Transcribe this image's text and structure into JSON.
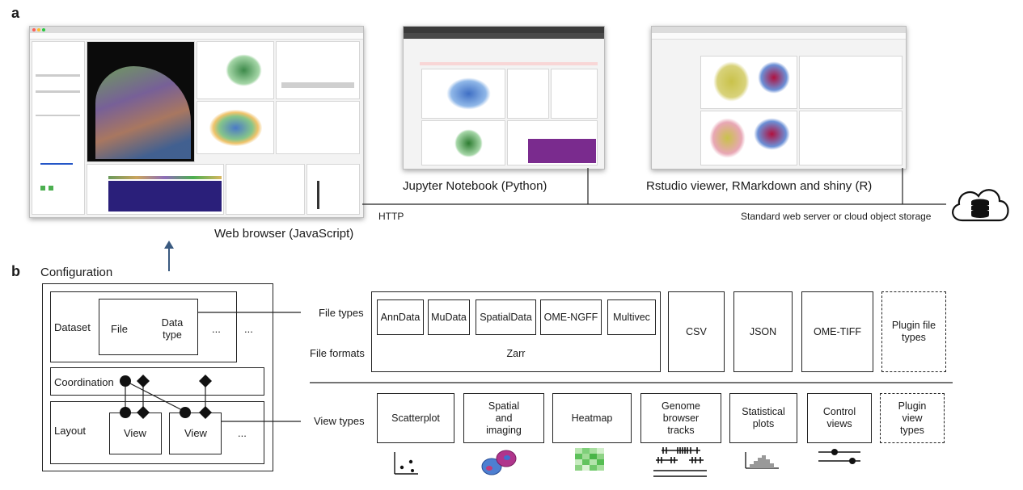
{
  "panel_a": {
    "letter": "a",
    "browser_label": "Web browser (JavaScript)",
    "jupyter_label": "Jupyter Notebook (Python)",
    "rstudio_label": "Rstudio viewer, RMarkdown and shiny (R)",
    "http_label": "HTTP",
    "server_label": "Standard web server or cloud object storage"
  },
  "panel_b": {
    "letter": "b",
    "configuration_label": "Configuration",
    "config": {
      "dataset_label": "Dataset",
      "file_label": "File",
      "data_type_label": "Data type",
      "ellipsis_inner": "...",
      "ellipsis_outer": "...",
      "coordination_label": "Coordination",
      "layout_label": "Layout",
      "view_1_label": "View",
      "view_2_label": "View",
      "layout_ellipsis": "..."
    },
    "file_types_label": "File types",
    "file_formats_label": "File formats",
    "view_types_label": "View types",
    "zarr_types": [
      "AnnData",
      "MuData",
      "SpatialData",
      "OME-NGFF",
      "Multivec"
    ],
    "zarr_label": "Zarr",
    "other_formats": [
      "CSV",
      "JSON",
      "OME-TIFF"
    ],
    "plugin_file_types": "Plugin file types",
    "view_types": [
      "Scatterplot",
      "Spatial and imaging",
      "Heatmap",
      "Genome browser tracks",
      "Statistical plots",
      "Control views"
    ],
    "plugin_view_types": "Plugin view types",
    "icons": [
      "scatterplot-icon",
      "spatial-cells-icon",
      "heatmap-icon",
      "genome-tracks-icon",
      "histogram-icon",
      "slider-icon"
    ]
  }
}
